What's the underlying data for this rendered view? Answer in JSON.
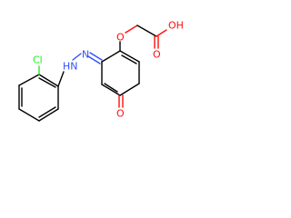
{
  "molecule": {
    "labels": {
      "chlorine": "Cl",
      "hydrazo_nh": "HN",
      "azo_n": "N",
      "ether_o": "O",
      "carbonyl_o_acid": "O",
      "hydroxyl": "OH",
      "ketone_o": "O"
    },
    "colors": {
      "carbon": "#000000",
      "nitrogen": "#3050F8",
      "oxygen": "#FF0D0D",
      "chlorine": "#1FF01F"
    }
  }
}
